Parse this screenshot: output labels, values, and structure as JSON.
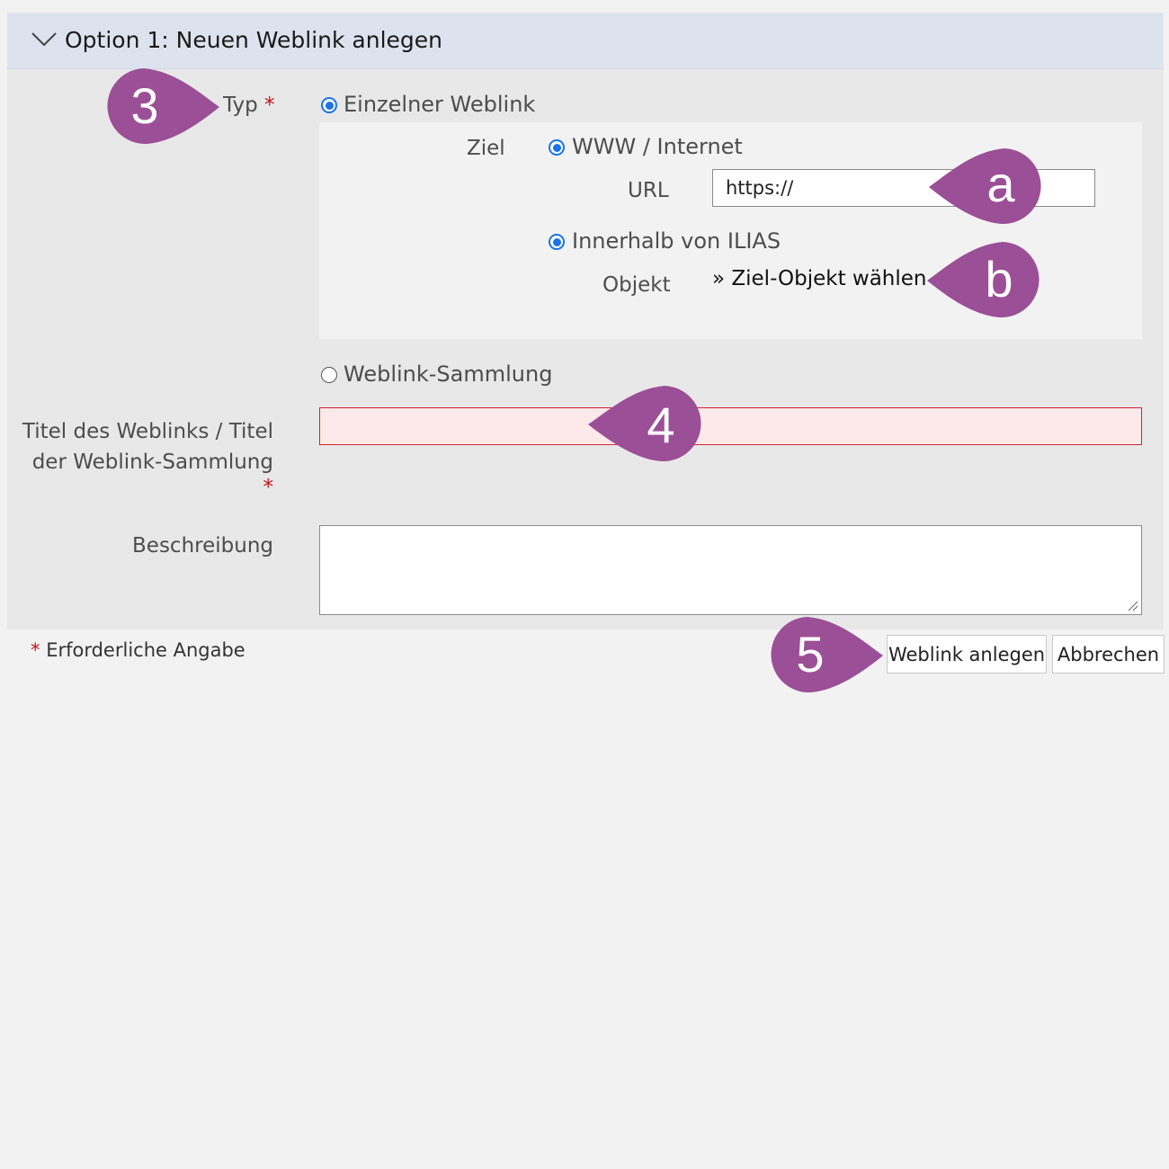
{
  "panel": {
    "title": "Option 1: Neuen Weblink anlegen",
    "toggle_icon": "chevron-down-icon"
  },
  "form": {
    "type_label": "Typ",
    "required_mark": "*",
    "single_weblink_label": "Einzelner Weblink",
    "single_weblink_checked": true,
    "target_label": "Ziel",
    "www_label": "WWW / Internet",
    "www_checked": true,
    "url_label": "URL",
    "url_value": "https://",
    "internal_label": "Innerhalb von ILIAS",
    "internal_checked": true,
    "object_label": "Objekt",
    "object_link": "» Ziel-Objekt wählen",
    "collection_label": "Weblink-Sammlung",
    "collection_checked": false,
    "title_label_line1": "Titel des Weblinks / Titel",
    "title_label_line2": "der Weblink-Sammlung",
    "title_value": "",
    "description_label": "Beschreibung",
    "description_value": ""
  },
  "footer": {
    "required_note": "Erforderliche Angabe",
    "create_button": "Weblink anlegen",
    "cancel_button": "Abbrechen"
  },
  "annotations": {
    "marker_3": "3",
    "marker_a": "a",
    "marker_b": "b",
    "marker_4": "4",
    "marker_5": "5",
    "color": "#9b4f96"
  },
  "colors": {
    "accent": "#1a73e8",
    "required": "#c4141a",
    "error_border": "#d4212f",
    "error_background": "#fde8ea",
    "header_background": "#dde3ee"
  }
}
